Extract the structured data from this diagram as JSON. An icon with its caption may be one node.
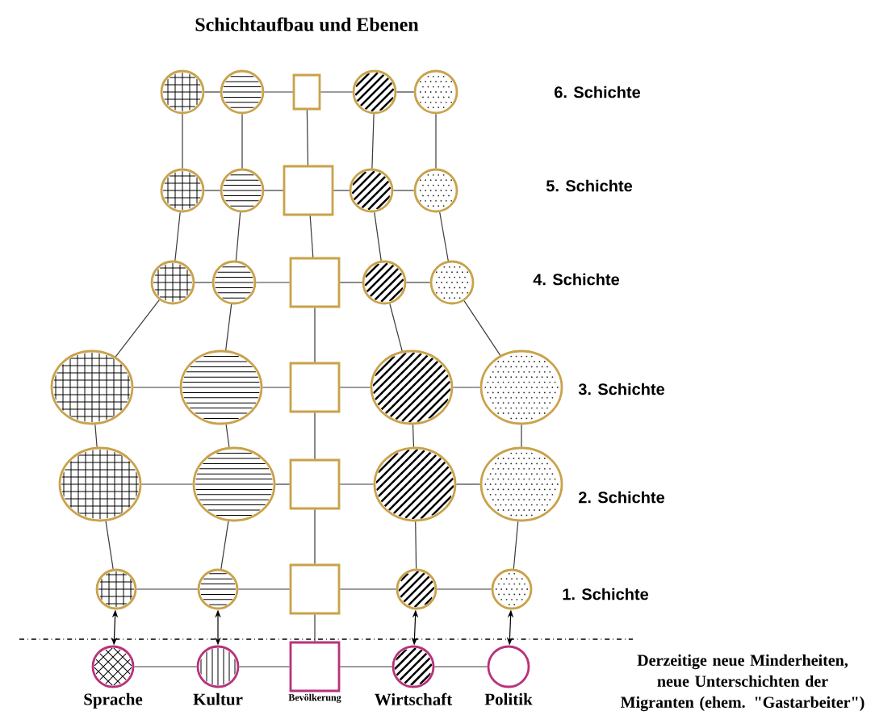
{
  "diagram": {
    "title": "Schichtaufbau und Ebenen",
    "nodes": [
      {
        "text": [],
        "shape": "circle"
      },
      {
        "text": [],
        "shape": "circle"
      },
      {
        "text": [],
        "shape": "box"
      },
      {
        "text": [],
        "shape": "circle"
      },
      {
        "text": [],
        "shape": "circle"
      },
      {
        "text": [],
        "shape": "circle"
      },
      {
        "text": [],
        "shape": "circle"
      },
      {
        "text": [],
        "shape": "box"
      },
      {
        "text": [],
        "shape": "circle"
      },
      {
        "text": [],
        "shape": "circle"
      },
      {
        "text": [],
        "shape": "circle"
      },
      {
        "text": [],
        "shape": "circle"
      },
      {
        "text": [],
        "shape": "box"
      },
      {
        "text": [],
        "shape": "circle"
      },
      {
        "text": [],
        "shape": "circle"
      },
      {
        "text": [],
        "shape": "circle"
      },
      {
        "text": [],
        "shape": "circle"
      },
      {
        "text": [],
        "shape": "box"
      },
      {
        "text": [],
        "shape": "circle"
      },
      {
        "text": [],
        "shape": "circle"
      },
      {
        "text": [],
        "shape": "circle"
      },
      {
        "text": [],
        "shape": "circle"
      },
      {
        "text": [],
        "shape": "box"
      },
      {
        "text": [],
        "shape": "circle"
      },
      {
        "text": [],
        "shape": "circle"
      },
      {
        "text": [],
        "shape": "circle"
      },
      {
        "text": [],
        "shape": "circle"
      },
      {
        "text": [],
        "shape": "box"
      },
      {
        "text": [],
        "shape": "circle"
      },
      {
        "text": [],
        "shape": "circle"
      },
      {
        "text": [
          "Sprache"
        ]
      },
      {
        "text": [
          "Kultur"
        ]
      },
      {
        "text": [
          "Bevölkerung"
        ]
      },
      {
        "text": [
          "Wirtschaft"
        ]
      },
      {
        "text": [
          "Politik"
        ]
      }
    ],
    "edges": [
      {
        "from": 0,
        "to": 1,
        "arrow": "none"
      },
      {
        "from": 1,
        "to": 2,
        "arrow": "none"
      },
      {
        "from": 2,
        "to": 3,
        "arrow": "none"
      },
      {
        "from": 3,
        "to": 4,
        "arrow": "none"
      },
      {
        "from": 5,
        "to": 6,
        "arrow": "none"
      },
      {
        "from": 6,
        "to": 7,
        "arrow": "none"
      },
      {
        "from": 7,
        "to": 8,
        "arrow": "none"
      },
      {
        "from": 8,
        "to": 9,
        "arrow": "none"
      },
      {
        "from": 10,
        "to": 11,
        "arrow": "none"
      },
      {
        "from": 11,
        "to": 12,
        "arrow": "none"
      },
      {
        "from": 12,
        "to": 13,
        "arrow": "none"
      },
      {
        "from": 13,
        "to": 14,
        "arrow": "none"
      },
      {
        "from": 15,
        "to": 16,
        "arrow": "none"
      },
      {
        "from": 16,
        "to": 17,
        "arrow": "none"
      },
      {
        "from": 17,
        "to": 18,
        "arrow": "none"
      },
      {
        "from": 18,
        "to": 19,
        "arrow": "none"
      },
      {
        "from": 20,
        "to": 21,
        "arrow": "none"
      },
      {
        "from": 21,
        "to": 22,
        "arrow": "none"
      },
      {
        "from": 22,
        "to": 23,
        "arrow": "none"
      },
      {
        "from": 23,
        "to": 24,
        "arrow": "none"
      },
      {
        "from": 25,
        "to": 26,
        "arrow": "none"
      },
      {
        "from": 26,
        "to": 27,
        "arrow": "none"
      },
      {
        "from": 27,
        "to": 28,
        "arrow": "none"
      },
      {
        "from": 28,
        "to": 29,
        "arrow": "none"
      },
      {
        "from": 30,
        "to": 31,
        "arrow": "none"
      },
      {
        "from": 31,
        "to": 32,
        "arrow": "none"
      },
      {
        "from": 32,
        "to": 33,
        "arrow": "none"
      },
      {
        "from": 33,
        "to": 34,
        "arrow": "none"
      },
      {
        "from": 0,
        "to": 5,
        "arrow": "none"
      },
      {
        "from": 1,
        "to": 6,
        "arrow": "none"
      },
      {
        "from": 2,
        "to": 7,
        "arrow": "none"
      },
      {
        "from": 3,
        "to": 8,
        "arrow": "none"
      },
      {
        "from": 4,
        "to": 9,
        "arrow": "none"
      },
      {
        "from": 5,
        "to": 10,
        "arrow": "none"
      },
      {
        "from": 6,
        "to": 11,
        "arrow": "none"
      },
      {
        "from": 7,
        "to": 12,
        "arrow": "none"
      },
      {
        "from": 8,
        "to": 13,
        "arrow": "none"
      },
      {
        "from": 9,
        "to": 14,
        "arrow": "none"
      },
      {
        "from": 10,
        "to": 15,
        "arrow": "none"
      },
      {
        "from": 11,
        "to": 16,
        "arrow": "none"
      },
      {
        "from": 12,
        "to": 17,
        "arrow": "none"
      },
      {
        "from": 13,
        "to": 18,
        "arrow": "none"
      },
      {
        "from": 14,
        "to": 19,
        "arrow": "none"
      },
      {
        "from": 15,
        "to": 20,
        "arrow": "none"
      },
      {
        "from": 16,
        "to": 21,
        "arrow": "none"
      },
      {
        "from": 17,
        "to": 22,
        "arrow": "none"
      },
      {
        "from": 18,
        "to": 23,
        "arrow": "none"
      },
      {
        "from": 19,
        "to": 24,
        "arrow": "none"
      },
      {
        "from": 20,
        "to": 25,
        "arrow": "none"
      },
      {
        "from": 21,
        "to": 26,
        "arrow": "none"
      },
      {
        "from": 22,
        "to": 27,
        "arrow": "none"
      },
      {
        "from": 23,
        "to": 28,
        "arrow": "none"
      },
      {
        "from": 24,
        "to": 29,
        "arrow": "none"
      },
      {
        "from": 30,
        "to": 25,
        "arrow": "both",
        "color": "#000000"
      },
      {
        "from": 31,
        "to": 26,
        "arrow": "both",
        "color": "#000000"
      },
      {
        "from": 32,
        "to": 27,
        "arrow": "none"
      },
      {
        "from": 33,
        "to": 28,
        "arrow": "both",
        "color": "#000000"
      },
      {
        "from": 34,
        "to": 29,
        "arrow": "both",
        "color": "#000000"
      }
    ],
    "labels": [
      "6. Schichte",
      "5. Schichte",
      "4. Schichte",
      "3. Schichte",
      "2. Schichte",
      "1. Schichte",
      "Derzeitige neue Minderheiten, neue Unterschichten der Migranten (ehem. \"Gastarbeiter\")"
    ]
  }
}
